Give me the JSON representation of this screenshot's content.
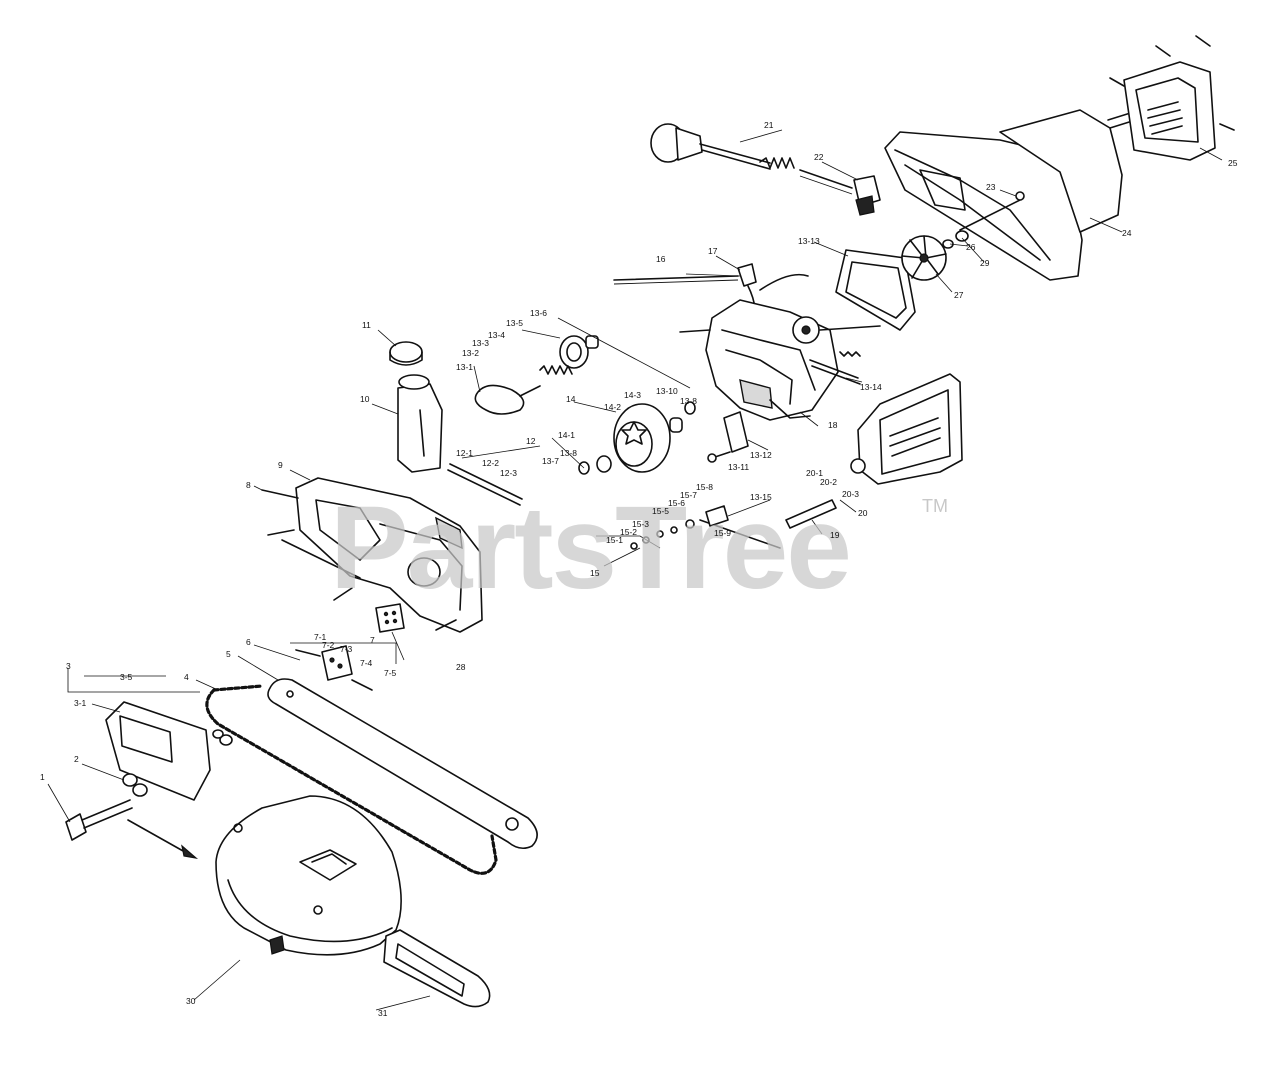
{
  "watermark": {
    "text": "PartsTree",
    "trademark": "TM"
  },
  "part_labels": [
    {
      "id": "p1",
      "text": "1"
    },
    {
      "id": "p2",
      "text": "2"
    },
    {
      "id": "p3",
      "text": "3"
    },
    {
      "id": "p3_1",
      "text": "3-1"
    },
    {
      "id": "p3_5",
      "text": "3-5"
    },
    {
      "id": "p4",
      "text": "4"
    },
    {
      "id": "p5",
      "text": "5"
    },
    {
      "id": "p6",
      "text": "6"
    },
    {
      "id": "p7",
      "text": "7"
    },
    {
      "id": "p7_1",
      "text": "7-1"
    },
    {
      "id": "p7_2",
      "text": "7-2"
    },
    {
      "id": "p7_3",
      "text": "7-3"
    },
    {
      "id": "p7_4",
      "text": "7-4"
    },
    {
      "id": "p7_5",
      "text": "7-5"
    },
    {
      "id": "p8",
      "text": "8"
    },
    {
      "id": "p9",
      "text": "9"
    },
    {
      "id": "p10",
      "text": "10"
    },
    {
      "id": "p11",
      "text": "11"
    },
    {
      "id": "p12",
      "text": "12"
    },
    {
      "id": "p12_1",
      "text": "12-1"
    },
    {
      "id": "p12_2",
      "text": "12-2"
    },
    {
      "id": "p12_3",
      "text": "12-3"
    },
    {
      "id": "p13_1",
      "text": "13-1"
    },
    {
      "id": "p13_2",
      "text": "13-2"
    },
    {
      "id": "p13_3",
      "text": "13-3"
    },
    {
      "id": "p13_4",
      "text": "13-4"
    },
    {
      "id": "p13_5",
      "text": "13-5"
    },
    {
      "id": "p13_6a",
      "text": "13-6"
    },
    {
      "id": "p13_7",
      "text": "13-7"
    },
    {
      "id": "p13_8a",
      "text": "13-8"
    },
    {
      "id": "p13_8b",
      "text": "13-8"
    },
    {
      "id": "p13_10",
      "text": "13-10"
    },
    {
      "id": "p13_11",
      "text": "13-11"
    },
    {
      "id": "p13_12",
      "text": "13-12"
    },
    {
      "id": "p13_13",
      "text": "13-13"
    },
    {
      "id": "p13_14",
      "text": "13-14"
    },
    {
      "id": "p13_15",
      "text": "13-15"
    },
    {
      "id": "p14",
      "text": "14"
    },
    {
      "id": "p14_1",
      "text": "14-1"
    },
    {
      "id": "p14_2",
      "text": "14-2"
    },
    {
      "id": "p14_3",
      "text": "14-3"
    },
    {
      "id": "p15",
      "text": "15"
    },
    {
      "id": "p15_1",
      "text": "15-1"
    },
    {
      "id": "p15_2",
      "text": "15-2"
    },
    {
      "id": "p15_3",
      "text": "15-3"
    },
    {
      "id": "p15_5",
      "text": "15-5"
    },
    {
      "id": "p15_6",
      "text": "15-6"
    },
    {
      "id": "p15_7",
      "text": "15-7"
    },
    {
      "id": "p15_8",
      "text": "15-8"
    },
    {
      "id": "p15_9",
      "text": "15-9"
    },
    {
      "id": "p16",
      "text": "16"
    },
    {
      "id": "p17",
      "text": "17"
    },
    {
      "id": "p18",
      "text": "18"
    },
    {
      "id": "p19",
      "text": "19"
    },
    {
      "id": "p20",
      "text": "20"
    },
    {
      "id": "p20_1",
      "text": "20-1"
    },
    {
      "id": "p20_2",
      "text": "20-2"
    },
    {
      "id": "p20_3",
      "text": "20-3"
    },
    {
      "id": "p21",
      "text": "21"
    },
    {
      "id": "p22",
      "text": "22"
    },
    {
      "id": "p23",
      "text": "23"
    },
    {
      "id": "p24",
      "text": "24"
    },
    {
      "id": "p25",
      "text": "25"
    },
    {
      "id": "p26",
      "text": "26"
    },
    {
      "id": "p27",
      "text": "27"
    },
    {
      "id": "p28",
      "text": "28"
    },
    {
      "id": "p29",
      "text": "29"
    },
    {
      "id": "p30",
      "text": "30"
    },
    {
      "id": "p31",
      "text": "31"
    }
  ]
}
